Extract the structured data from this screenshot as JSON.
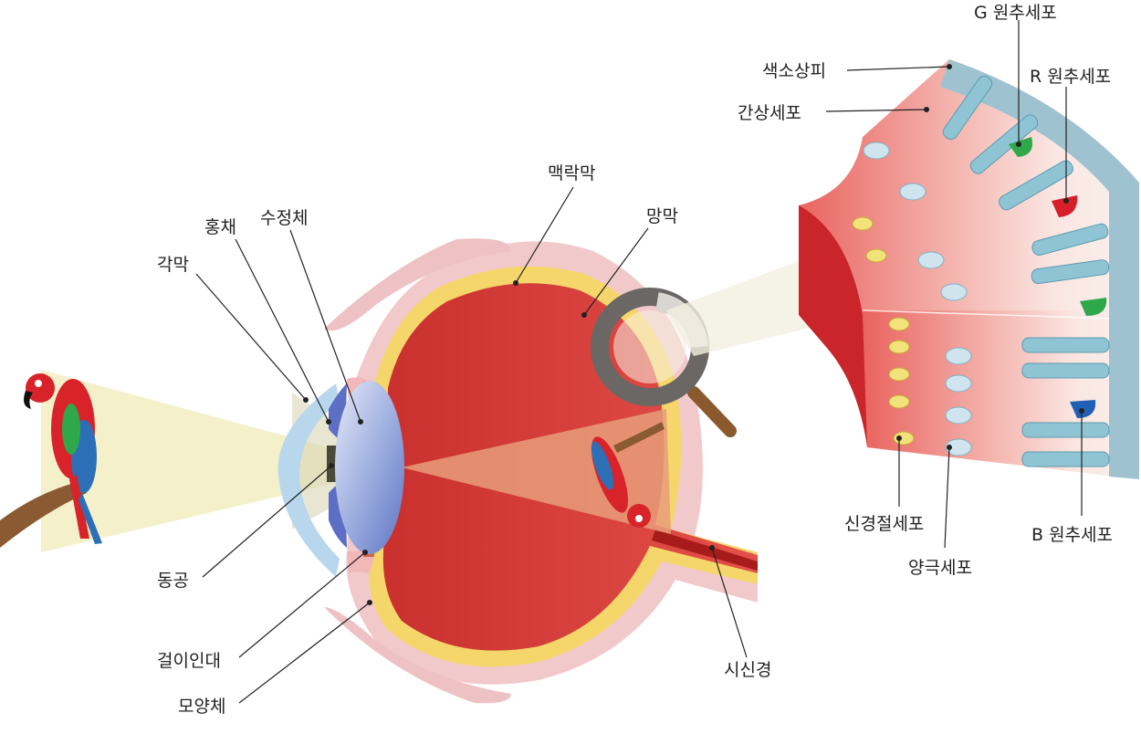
{
  "labels": {
    "cornea": "각막",
    "iris": "홍채",
    "lens": "수정체",
    "choroid": "맥락막",
    "retina": "망막",
    "pupil": "동공",
    "zonule": "걸이인대",
    "ciliary_body": "모양체",
    "optic_nerve": "시신경",
    "pigment_epithelium": "색소상피",
    "rod_cell": "간상세포",
    "g_cone": "G 원추세포",
    "r_cone": "R 원추세포",
    "b_cone": "B 원추세포",
    "ganglion_cell": "신경절세포",
    "bipolar_cell": "양극세포"
  },
  "colors": {
    "sclera": "#f2c9cb",
    "choroid_band": "#f5d66b",
    "vitreous": "#d9423f",
    "lens": "#8f9fd8",
    "cornea": "#b8d7ec",
    "light_cone": "#f3efc4",
    "g_cone": "#2ea84a",
    "r_cone": "#d81e28",
    "b_cone": "#1f5fb5",
    "rod": "#8fc4d4"
  }
}
